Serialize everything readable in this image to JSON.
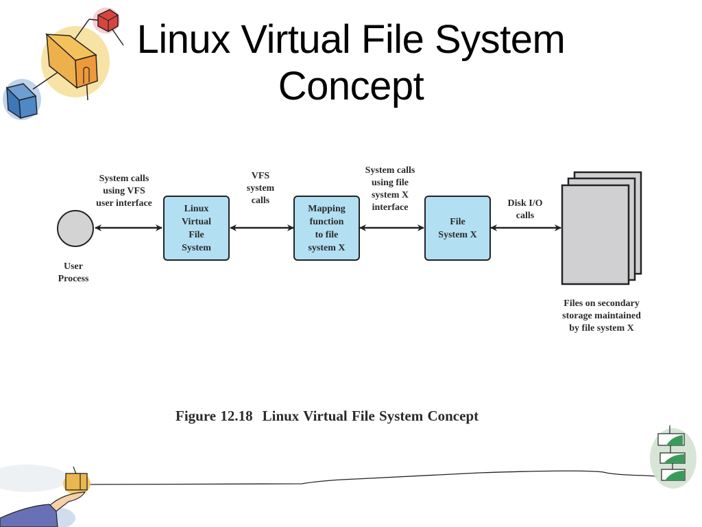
{
  "slide": {
    "title": "Linux Virtual File System Concept"
  },
  "diagram": {
    "user_process": {
      "label": "User\nProcess"
    },
    "edge_labels": {
      "user_to_vfs": "System calls\nusing VFS\nuser interface",
      "vfs_to_mapping": "VFS\nsystem\ncalls",
      "mapping_to_fsx": "System calls\nusing file\nsystem X\ninterface",
      "fsx_to_files": "Disk I/O\ncalls"
    },
    "boxes": {
      "vfs": "Linux\nVirtual\nFile\nSystem",
      "mapping": "Mapping\nfunction\nto file\nsystem X",
      "fsx": "File\nSystem X"
    },
    "files": {
      "label": "Files on secondary\nstorage maintained\nby file system X"
    },
    "caption": {
      "number": "Figure 12.18",
      "text": "Linux Virtual File System Concept"
    },
    "colors": {
      "box_fill": "#b3dff3",
      "circle_fill": "#d3d3d3",
      "file_fill": "#d0d0d2"
    }
  }
}
